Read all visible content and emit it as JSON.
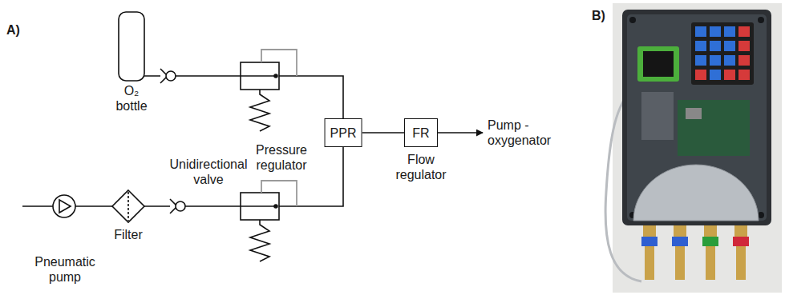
{
  "diagram": {
    "nodes": [
      {
        "text": [
          "PPR"
        ]
      },
      {
        "text": [
          "FR"
        ]
      }
    ],
    "edges": [
      {
        "from": 0,
        "to": 1,
        "arrow": "none"
      }
    ],
    "labels": [
      "A)",
      "O₂ bottle",
      "Pressure regulator",
      "Unidirectional valve",
      "Pneumatic pump",
      "Filter",
      "Flow regulator",
      "Pump - oxygenator",
      "B)"
    ]
  }
}
